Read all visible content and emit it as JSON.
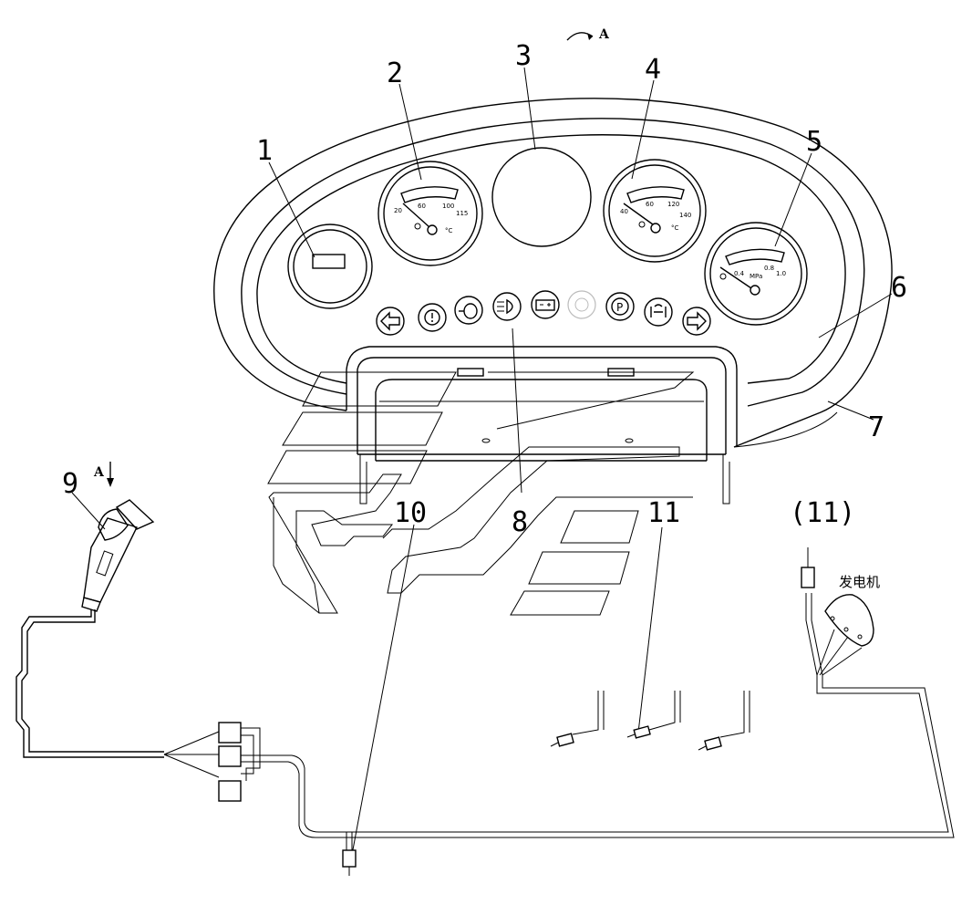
{
  "diagram": {
    "callouts": {
      "c1": "1",
      "c2": "2",
      "c3": "3",
      "c4": "4",
      "c5": "5",
      "c6": "6",
      "c7": "7",
      "c8": "8",
      "c9": "9",
      "c10": "10",
      "c11": "11",
      "c11_ref": "(11)"
    },
    "view_labels": {
      "view_a_top": "A",
      "view_a_pedal": "A"
    },
    "generator_label": "发电机",
    "gauge_2_scale": [
      "20",
      "60",
      "100",
      "115"
    ],
    "gauge_2_unit": "°C",
    "gauge_4_scale": [
      "40",
      "60",
      "120",
      "140"
    ],
    "gauge_4_unit": "°C",
    "gauge_5_scale": [
      "0.4",
      "MPa",
      "0.8",
      "1.0"
    ]
  }
}
